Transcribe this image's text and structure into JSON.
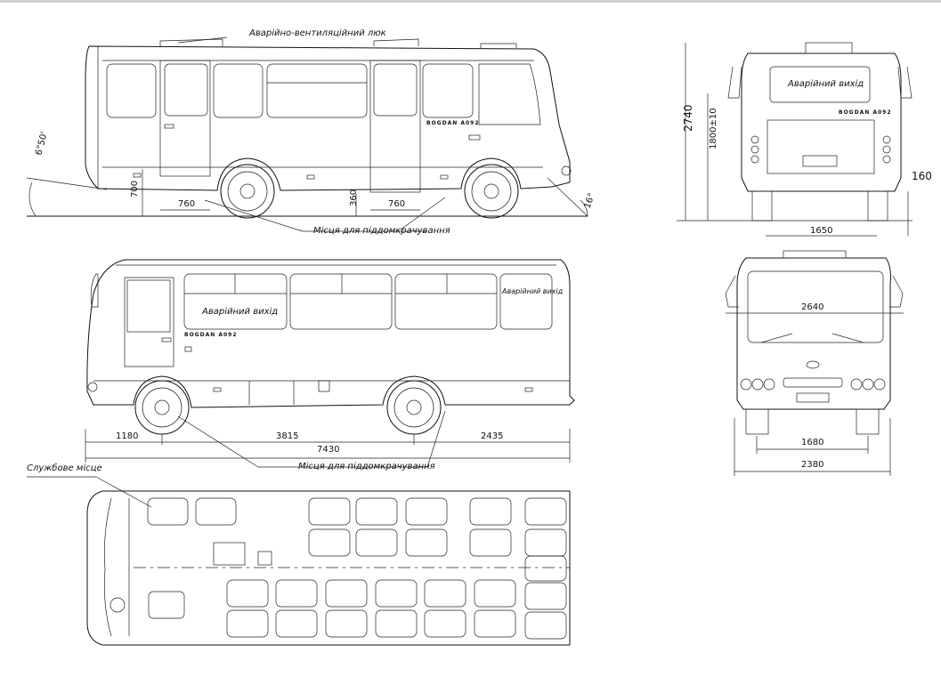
{
  "labels": {
    "vent_hatch": "Аварійно-вентиляційний люк",
    "jack_points_side": "Місця для піддомкрачування",
    "jack_points_bottom": "Місця для піддомкрачування",
    "emergency_exit_side": "Аварійний вихід",
    "emergency_exit_side_small": "Аварійний вихід",
    "emergency_exit_rear": "Аварійний вихід",
    "service_seat": "Службове місце",
    "logo": "BOGDAN A092"
  },
  "dimensions": {
    "ground_clearance_front": "700",
    "door_width_front": "760",
    "step_height": "360",
    "door_width_middle": "760",
    "approach_angle": "6°50'",
    "departure_angle": "16°",
    "front_overhang": "1180",
    "wheelbase": "3815",
    "rear_overhang": "2435",
    "overall_length": "7430",
    "overall_height": "2740",
    "rear_height": "1800±10",
    "ground_clearance_rear": "160",
    "rear_track": "1650",
    "mirror_width": "2640",
    "front_track": "1680",
    "overall_width": "2380"
  }
}
